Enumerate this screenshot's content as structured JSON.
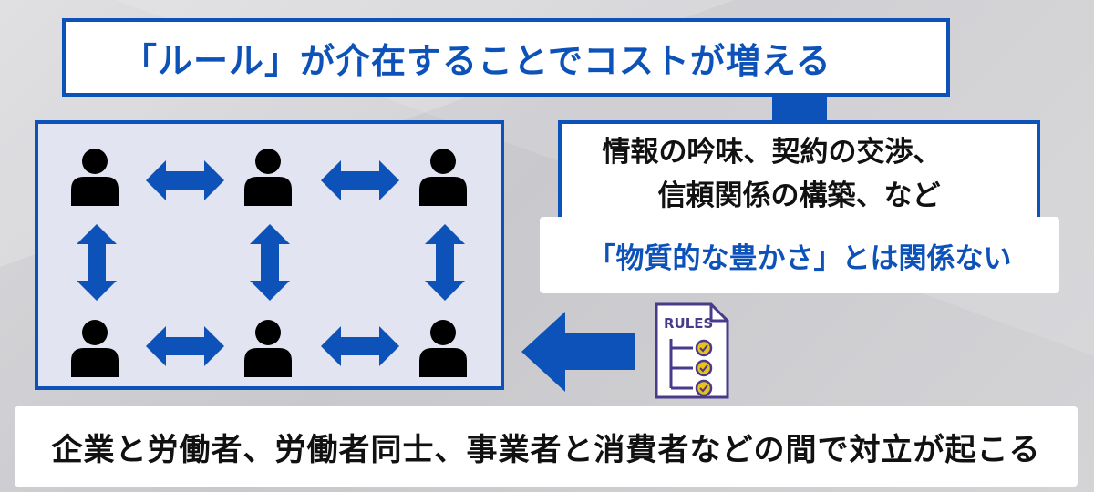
{
  "title": "「ルール」が介在することでコストが増える",
  "costs": {
    "line1": "情報の吟味、契約の交渉、",
    "line2": "信頼関係の構築、など"
  },
  "note": "「物質的な豊かさ」とは関係ない",
  "rules_icon": {
    "label": "RULES",
    "icon": "rules-checklist-icon"
  },
  "bottom": "企業と労働者、労働者同士、事業者と消費者などの間で対立が起こる",
  "colors": {
    "accent": "#0d52b8",
    "panel": "#e3e4f1",
    "icon": "#000000",
    "check": "#e8c21a",
    "doc_outline": "#4a3a8a"
  }
}
